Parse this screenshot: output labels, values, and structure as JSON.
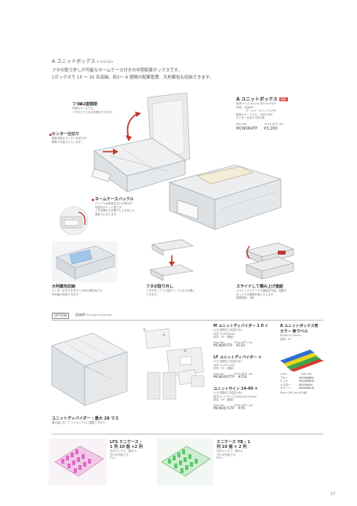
{
  "section_a": {
    "title": "A ユニットボックス",
    "title_en": "A Unit Box",
    "lead1": "フタの取り外しが可能なネームケース付きの中型配薬ボックスです。",
    "lead2": "1ボックスで 15 〜 20 名収納。約2〜 4 週間の配薬管理、大判薬包も収納できます。"
  },
  "callouts": {
    "lid": {
      "title": "フタ92度開閉",
      "desc1": "作業スペースでも、",
      "desc2": "フタを立てたまま作業ができます。"
    },
    "divider": {
      "title": "センター仕切り",
      "desc1": "長板可能なセンター仕切りが",
      "desc2": "標準で付属されています。"
    },
    "buckle": {
      "title": "ネームケースバックル",
      "desc1": "バックルは患者名などの表示が",
      "desc2": "可能なポケット型です。",
      "desc3": "フタを開けた状態でも上を向いた",
      "desc4": "角度で止まります。"
    }
  },
  "product_a": {
    "name": "A ユニットボックス",
    "badge": "特許",
    "spec1": "本体サイズ W125×D315×H107",
    "spec2": "材質：本体/PP",
    "spec3": "ネームケースバックル/PS",
    "spec4": "配色カラーラベル：MBC/HMT",
    "spec5": "センター仕切り1枚付属",
    "col_item": "Item No.",
    "col_price": "Price (JPY) /ea",
    "item_no": "MCN064TP",
    "price": "¥3,200"
  },
  "features": [
    {
      "title": "大判薬包収納",
      "desc1": "センター仕切りを外すと大判の薬包なども",
      "desc2": "外判薬が収納できます。"
    },
    {
      "title": "フタの取り外し",
      "desc1": "フタを外してフに取れて、1人からの薬に",
      "desc2": "できます。"
    },
    {
      "title": "スライドして積み上げ連結",
      "desc1": "スライドさせてミゾの連結が可能。複数の",
      "desc2": "ボックスの積層が楽に行えます。",
      "desc3": "重層連結：4段"
    }
  ],
  "option": {
    "label": "OPTION",
    "storage": "収納例",
    "storage_en": "Storage example",
    "unit_divider_title": "ユニットディバイダー : 最大 28 マス",
    "unit_divider_desc": "薬の量に応じてフレキシブルに調整できます。"
  },
  "products_m": [
    {
      "name": "M ユニットディバイダー 1 0 ①",
      "sub": "(1日 週単位で収容ため)",
      "spec1": "W87.5×H46mm",
      "spec2": "材質：PP（透明）",
      "item": "MCN097TP",
      "price": "¥110"
    },
    {
      "name": "LF ユニットディバイダー ②",
      "sub": "(1日 週単位で収容ため)",
      "spec1": "W87.5×H71mm",
      "spec2": "材質：PP（透明）",
      "item": "MCN0497TP",
      "price": "¥150"
    },
    {
      "name": "ユニットサイン 14-40 ③",
      "sub": "(1日 週単位で収容ため)",
      "spec1": "長尺カードサイズ W40×D19.5mm",
      "spec2": "材質：PP（透明）",
      "item": "MCN0471TP",
      "price": "¥70"
    }
  ],
  "col_labels": {
    "item": "Item No.",
    "price": "Price (JPY) /ea"
  },
  "color_label": {
    "title1": "A ユニットボックス用",
    "title2": "カラー 数ラベル",
    "spec1": "W280.5×39mm",
    "spec2": "材質：PP",
    "col_color": "Color",
    "col_item": "Item No.",
    "rows": [
      {
        "color": "ブルー",
        "item": "MCN068BU"
      },
      {
        "color": "レッド",
        "item": "MCN066RD"
      },
      {
        "color": "イエロー",
        "item": "MCN064YL"
      },
      {
        "color": "グリーン",
        "item": "MCN066GR"
      }
    ],
    "price_label": "Price (JPY) /ea",
    "price": "¥ 140"
  },
  "mini_lfs": {
    "title1": "LFS ミニケース :",
    "title2": "1 列 10 個 ×2 列",
    "desc1": "包分けしたり、薬の小",
    "desc2": "分けが可能です。",
    "ref": "P14 ›"
  },
  "mini_yb": {
    "title1": "ミニケース YB : 1",
    "title2": "列 10 個 × 2 列",
    "desc1": "包分けしたり、薬の小",
    "desc2": "分けが可能です。",
    "ref": "P15 ›"
  },
  "labels": {
    "one": "①",
    "two": "②",
    "three": "③"
  },
  "page_number": "17",
  "colors": {
    "accent": "#c0392b",
    "pink": "#e468c4",
    "green": "#5cc86a"
  }
}
